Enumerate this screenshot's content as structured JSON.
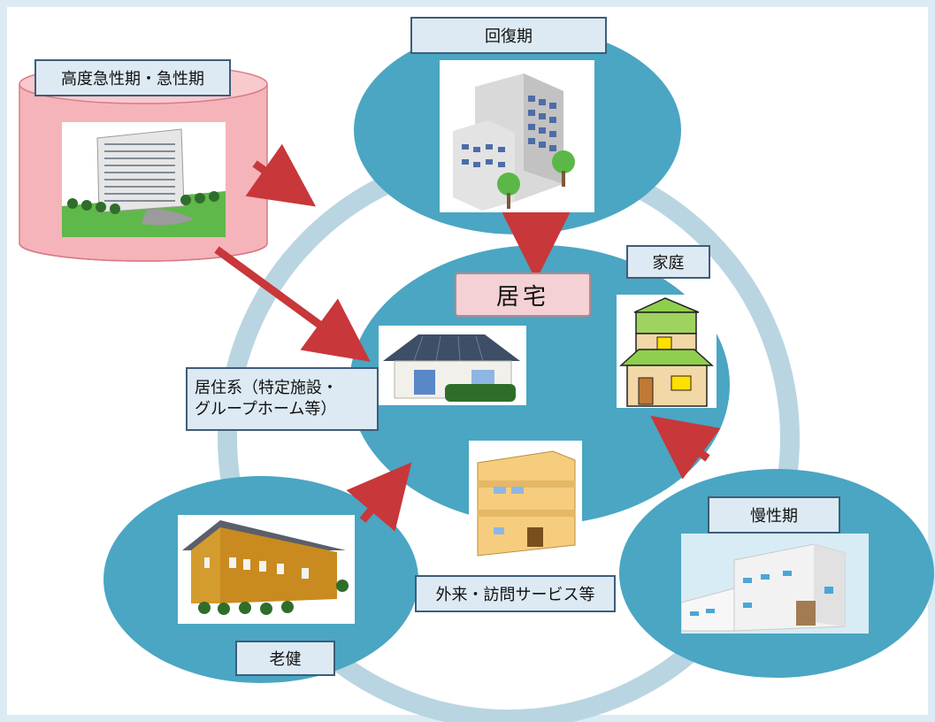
{
  "labels": {
    "acute": "高度急性期・急性期",
    "recovery": "回復期",
    "home_care": "居宅",
    "family_home": "家庭",
    "residential_line1": "居住系（特定施設・",
    "residential_line2": "グループホーム等）",
    "outpatient": "外来・訪問サービス等",
    "geriatric": "老健",
    "chronic": "慢性期"
  },
  "colors": {
    "ring": "#b9d5e1",
    "blob": "#4aa6c3",
    "cylinder_fill": "#f5b4b9",
    "cylinder_edge": "#d97b86",
    "arrow": "#c8373a",
    "label_bg": "#ddeaf3",
    "label_border": "#3e5d7a",
    "home_care_bg": "#f3d1d4"
  },
  "icons": [
    "hospital-tower-icon",
    "office-building-icon",
    "house-icon",
    "two-story-house-icon",
    "apartment-icon",
    "geriatric-facility-icon",
    "clinic-building-icon"
  ]
}
